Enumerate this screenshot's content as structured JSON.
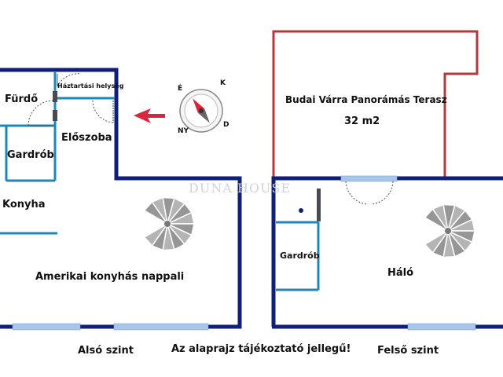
{
  "lower_floor": {
    "rooms": {
      "bathroom": "Fürdő",
      "utility": "Háztartási helység",
      "hallway": "Előszoba",
      "wardrobe": "Gardrób",
      "kitchen": "Konyha",
      "living": "Amerikai konyhás nappali"
    },
    "caption": "Alsó szint"
  },
  "upper_floor": {
    "rooms": {
      "terrace": "Budai Várra Panorámás Terasz",
      "terrace_area": "32 m2",
      "wardrobe": "Gardrób",
      "bedroom": "Háló"
    },
    "caption": "Felső szint"
  },
  "disclaimer": "Az alaprajz tájékoztató jellegű!",
  "watermark": "DUNA HOUSE",
  "compass": {
    "letters": [
      "É",
      "K",
      "D",
      "NY"
    ]
  },
  "colors": {
    "wall": "#0f1f7a",
    "inner_wall": "#1d87b8",
    "terrace_wall": "#b03a3e",
    "arrow": "#d7263d",
    "window": "#a9c6e8"
  }
}
